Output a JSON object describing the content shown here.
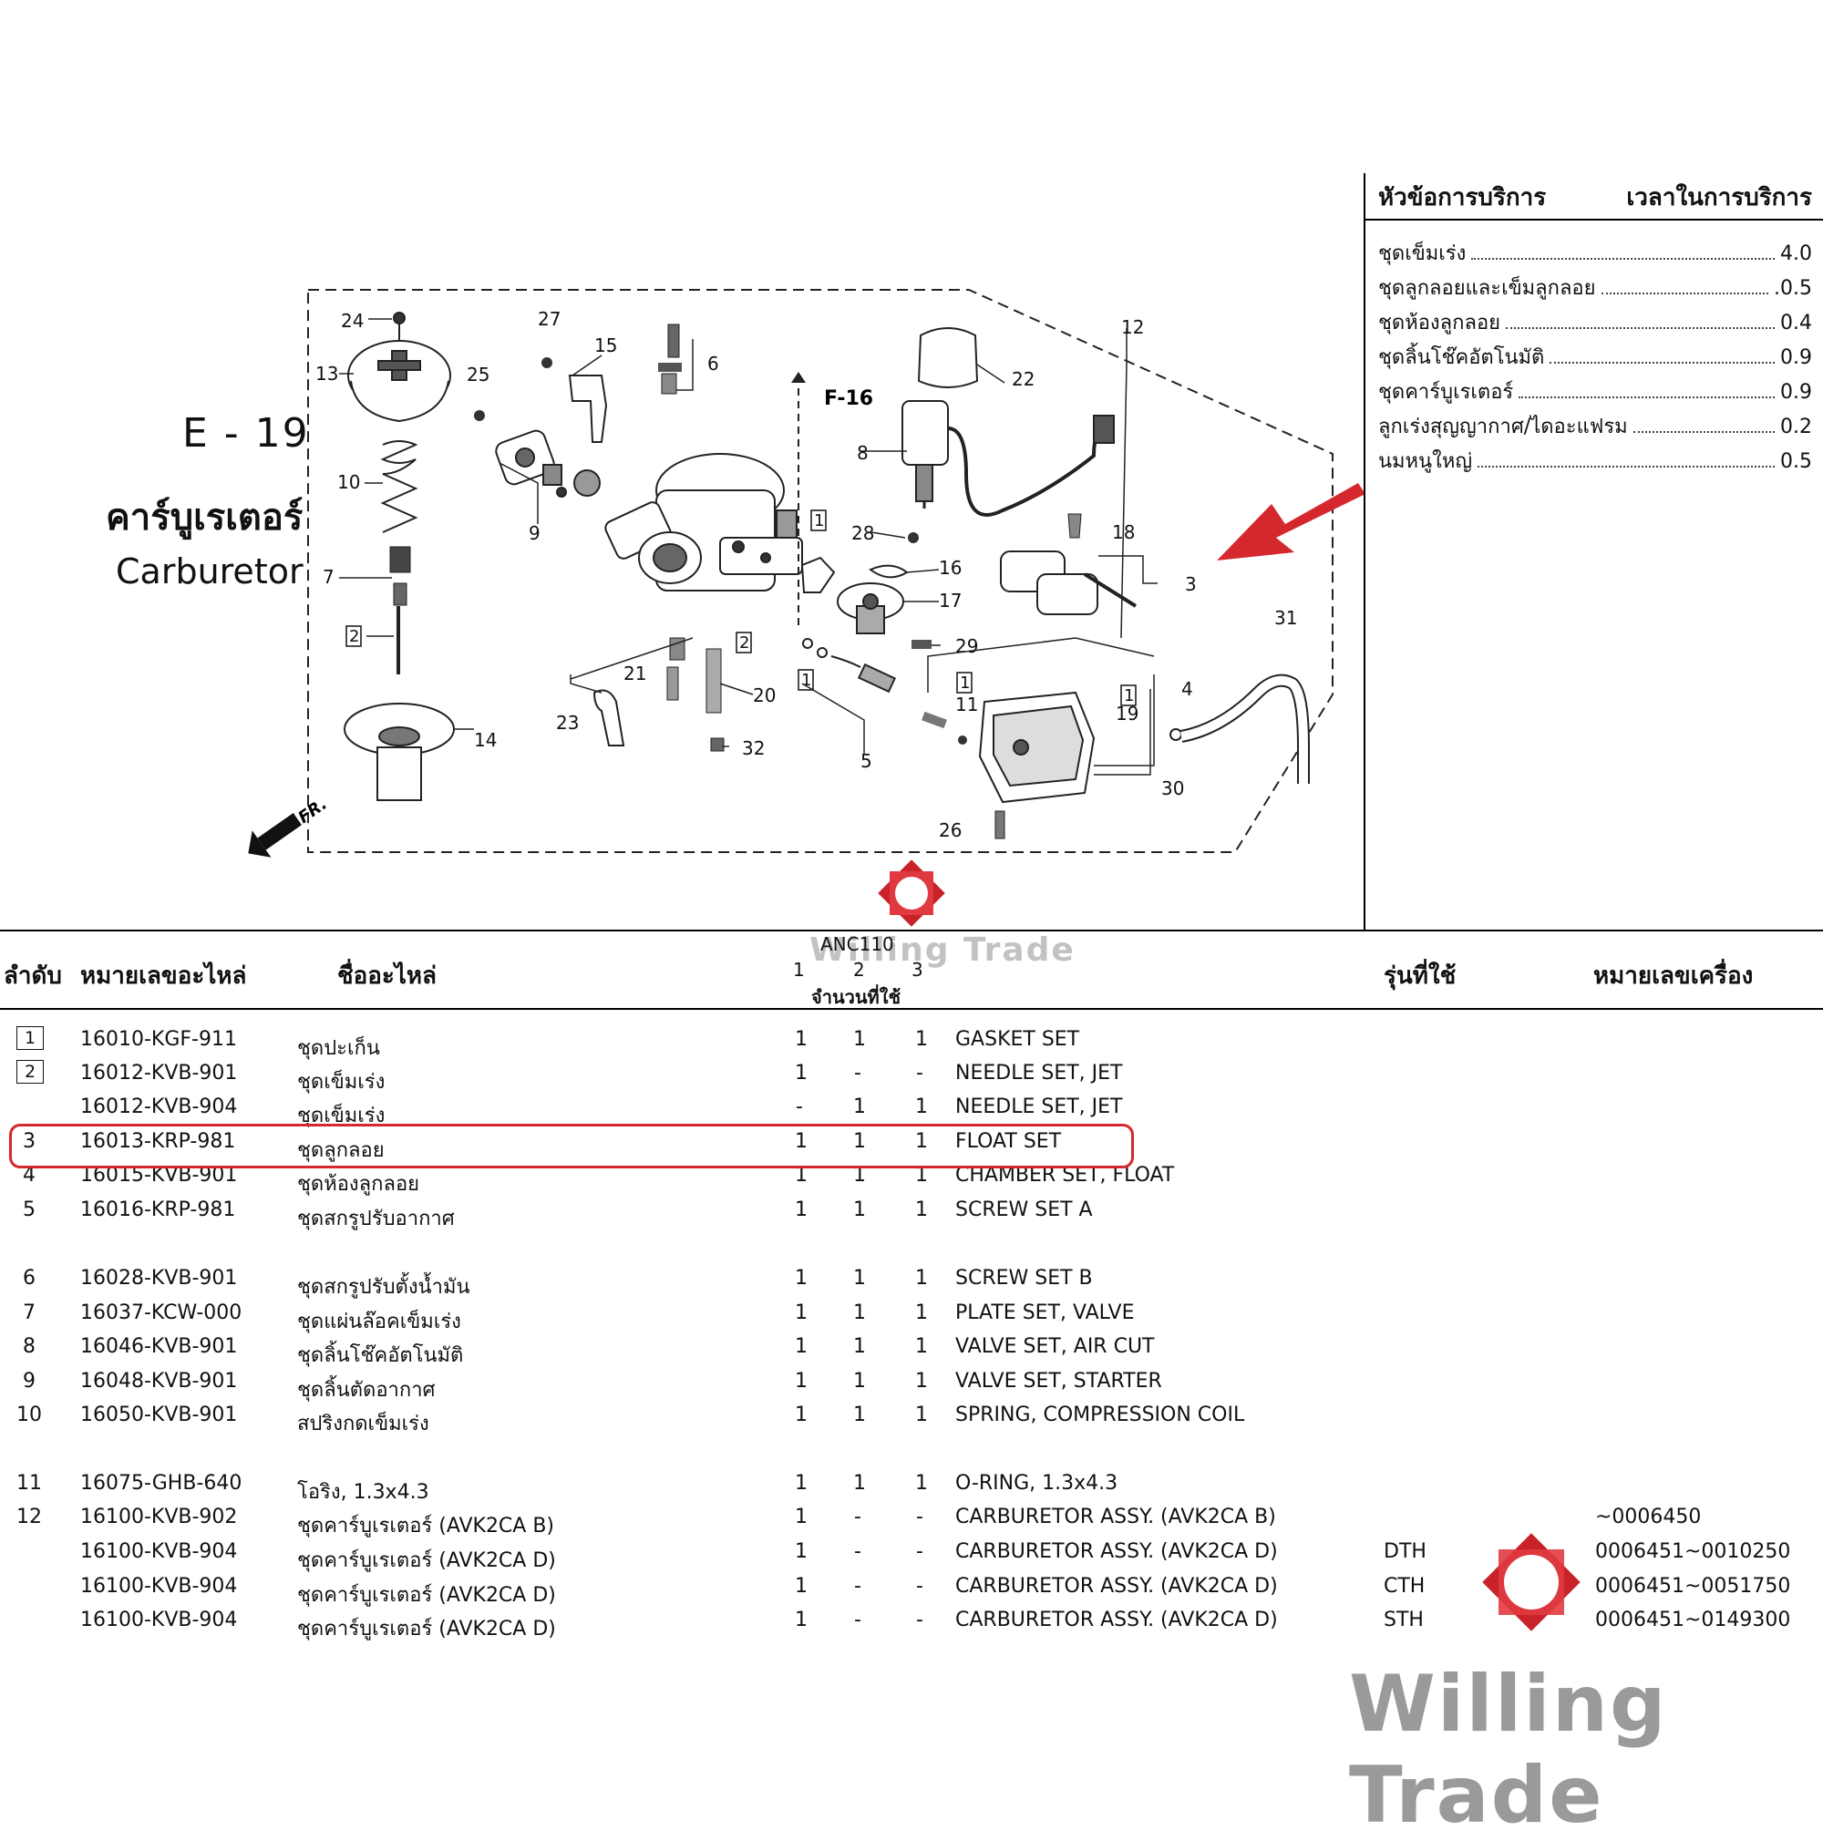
{
  "figure": {
    "code": "E - 19",
    "name_th": "คาร์บูเรเตอร์",
    "name_en": "Carburetor",
    "ref_f": "F-16",
    "front": "FR."
  },
  "service": {
    "header_left": "หัวข้อการบริการ",
    "header_right": "เวลาในการบริการ",
    "items": [
      {
        "name": "ชุดเข็มเร่ง",
        "time": "4.0"
      },
      {
        "name": "ชุดลูกลอยและเข็มลูกลอย",
        "time": ".0.5"
      },
      {
        "name": "ชุดห้องลูกลอย",
        "time": "0.4"
      },
      {
        "name": "ชุดลิ้นโช๊คอัตโนมัติ",
        "time": "0.9"
      },
      {
        "name": "ชุดคาร์บูเรเตอร์",
        "time": "0.9"
      },
      {
        "name": "ลูกเร่งสุญญากาศ/ไดอะแฟรม",
        "time": "0.2"
      },
      {
        "name": "นมหนูใหญ่",
        "time": "0.5"
      }
    ]
  },
  "table": {
    "headers": {
      "ref": "ลำดับ",
      "part_no": "หมายเลขอะไหล่",
      "name": "ชื่ออะไหล่",
      "model_code": "ANC110",
      "qty_cols": [
        "1",
        "2",
        "3"
      ],
      "qty_label": "จำนวนที่ใช้",
      "model": "รุ่นที่ใช้",
      "serial": "หมายเลขเครื่อง"
    },
    "rows": [
      {
        "ref": "1",
        "boxed": true,
        "pn": "16010-KGF-911",
        "th": "ชุดปะเก็น",
        "q": [
          "1",
          "1",
          "1"
        ],
        "en": "GASKET SET",
        "model": "",
        "serial": ""
      },
      {
        "ref": "2",
        "boxed": true,
        "pn": "16012-KVB-901",
        "th": "ชุดเข็มเร่ง",
        "q": [
          "1",
          "-",
          "-"
        ],
        "en": "NEEDLE SET, JET",
        "model": "",
        "serial": ""
      },
      {
        "ref": "",
        "boxed": false,
        "pn": "16012-KVB-904",
        "th": "ชุดเข็มเร่ง",
        "q": [
          "-",
          "1",
          "1"
        ],
        "en": "NEEDLE SET, JET",
        "model": "",
        "serial": ""
      },
      {
        "ref": "3",
        "boxed": false,
        "pn": "16013-KRP-981",
        "th": "ชุดลูกลอย",
        "q": [
          "1",
          "1",
          "1"
        ],
        "en": "FLOAT SET",
        "model": "",
        "serial": ""
      },
      {
        "ref": "4",
        "boxed": false,
        "pn": "16015-KVB-901",
        "th": "ชุดห้องลูกลอย",
        "q": [
          "1",
          "1",
          "1"
        ],
        "en": "CHAMBER SET, FLOAT",
        "model": "",
        "serial": ""
      },
      {
        "ref": "5",
        "boxed": false,
        "pn": "16016-KRP-981",
        "th": "ชุดสกรูปรับอากาศ",
        "q": [
          "1",
          "1",
          "1"
        ],
        "en": "SCREW SET A",
        "model": "",
        "serial": ""
      },
      {
        "ref": "6",
        "boxed": false,
        "pn": "16028-KVB-901",
        "th": "ชุดสกรูปรับตั้งน้ำมัน",
        "q": [
          "1",
          "1",
          "1"
        ],
        "en": "SCREW SET B",
        "model": "",
        "serial": ""
      },
      {
        "ref": "7",
        "boxed": false,
        "pn": "16037-KCW-000",
        "th": "ชุดแผ่นล๊อคเข็มเร่ง",
        "q": [
          "1",
          "1",
          "1"
        ],
        "en": "PLATE SET, VALVE",
        "model": "",
        "serial": ""
      },
      {
        "ref": "8",
        "boxed": false,
        "pn": "16046-KVB-901",
        "th": "ชุดลิ้นโช๊คอัตโนมัติ",
        "q": [
          "1",
          "1",
          "1"
        ],
        "en": "VALVE SET, AIR CUT",
        "model": "",
        "serial": ""
      },
      {
        "ref": "9",
        "boxed": false,
        "pn": "16048-KVB-901",
        "th": "ชุดลิ้นตัดอากาศ",
        "q": [
          "1",
          "1",
          "1"
        ],
        "en": "VALVE SET, STARTER",
        "model": "",
        "serial": ""
      },
      {
        "ref": "10",
        "boxed": false,
        "pn": "16050-KVB-901",
        "th": "สปริงกดเข็มเร่ง",
        "q": [
          "1",
          "1",
          "1"
        ],
        "en": "SPRING, COMPRESSION COIL",
        "model": "",
        "serial": ""
      },
      {
        "ref": "11",
        "boxed": false,
        "pn": "16075-GHB-640",
        "th": "โอริง, 1.3x4.3",
        "q": [
          "1",
          "1",
          "1"
        ],
        "en": "O-RING, 1.3x4.3",
        "model": "",
        "serial": ""
      },
      {
        "ref": "12",
        "boxed": false,
        "pn": "16100-KVB-902",
        "th": "ชุดคาร์บูเรเตอร์ (AVK2CA B)",
        "q": [
          "1",
          "-",
          "-"
        ],
        "en": "CARBURETOR ASSY. (AVK2CA B)",
        "model": "",
        "serial": "~0006450"
      },
      {
        "ref": "",
        "boxed": false,
        "pn": "16100-KVB-904",
        "th": "ชุดคาร์บูเรเตอร์ (AVK2CA D)",
        "q": [
          "1",
          "-",
          "-"
        ],
        "en": "CARBURETOR ASSY. (AVK2CA D)",
        "model": "DTH",
        "serial": "0006451~0010250"
      },
      {
        "ref": "",
        "boxed": false,
        "pn": "16100-KVB-904",
        "th": "ชุดคาร์บูเรเตอร์ (AVK2CA D)",
        "q": [
          "1",
          "-",
          "-"
        ],
        "en": "CARBURETOR ASSY. (AVK2CA D)",
        "model": "CTH",
        "serial": "0006451~0051750"
      },
      {
        "ref": "",
        "boxed": false,
        "pn": "16100-KVB-904",
        "th": "ชุดคาร์บูเรเตอร์ (AVK2CA D)",
        "q": [
          "1",
          "-",
          "-"
        ],
        "en": "CARBURETOR ASSY. (AVK2CA D)",
        "model": "STH",
        "serial": "0006451~0149300"
      }
    ]
  },
  "callouts": [
    "1",
    "2",
    "3",
    "4",
    "5",
    "6",
    "7",
    "8",
    "9",
    "10",
    "11",
    "12",
    "13",
    "14",
    "15",
    "16",
    "17",
    "18",
    "19",
    "20",
    "21",
    "22",
    "23",
    "24",
    "25",
    "26",
    "27",
    "28",
    "29",
    "30",
    "31",
    "32"
  ],
  "box_callouts": [
    "1",
    "1",
    "1",
    "2",
    "1",
    "2"
  ],
  "watermark": "Willing Trade",
  "colors": {
    "accent": "#d5282e",
    "watermark": "#9a9a9a"
  }
}
